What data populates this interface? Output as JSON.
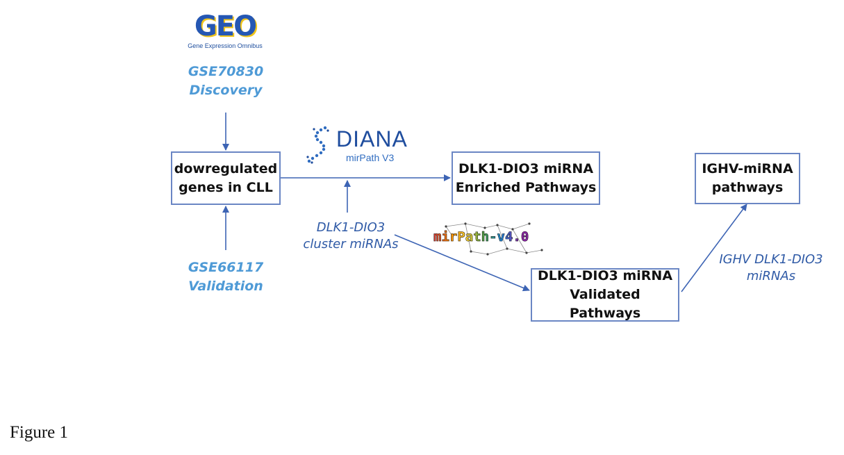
{
  "logos": {
    "geo": {
      "wordmark": "GEO",
      "tagline": "Gene Expression Omnibus",
      "colors": {
        "primary": "#2557b3",
        "accent": "#f0c419"
      }
    },
    "diana": {
      "wordmark": "DIANA",
      "product": "mirPath V3",
      "colors": {
        "primary": "#1f4d9e",
        "dots": "#2f6cc0"
      }
    },
    "mirpath_v4": {
      "wordmark": "mirPath-v4.0",
      "colors": [
        "#e53935",
        "#fb8c00",
        "#fdd835",
        "#43a047",
        "#1e88e5",
        "#8e24aa"
      ]
    }
  },
  "sources": {
    "discovery": {
      "line1": "GSE70830",
      "line2": "Discovery"
    },
    "validation": {
      "line1": "GSE66117",
      "line2": "Validation"
    }
  },
  "nodes": {
    "downregulated": {
      "line1": "dowregulated",
      "line2": "genes in CLL"
    },
    "enriched": {
      "line1": "DLK1-DIO3 miRNA",
      "line2": "Enriched Pathways"
    },
    "validated": {
      "line1": "DLK1-DIO3 miRNA",
      "line2": "Validated Pathways"
    },
    "ighv": {
      "line1": "IGHV-miRNA",
      "line2": "pathways"
    }
  },
  "edge_labels": {
    "cluster_mirnas": {
      "line1": "DLK1-DIO3",
      "line2": "cluster miRNAs"
    },
    "ighv_mirnas": {
      "line1": "IGHV DLK1-DIO3",
      "line2": "miRNAs"
    }
  },
  "caption": "Figure 1",
  "colors": {
    "arrow": "#3d64b4",
    "box_border": "#6a86c4",
    "source_text": "#4e9ad6",
    "edge_text": "#2f5aa6"
  }
}
